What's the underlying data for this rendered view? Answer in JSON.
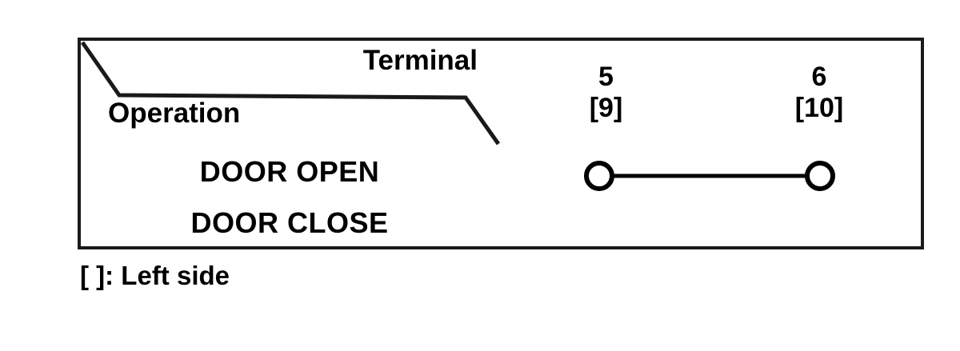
{
  "table": {
    "axis_labels": {
      "column_axis": "Terminal",
      "row_axis": "Operation"
    },
    "columns": [
      {
        "terminal": "5",
        "alternate": "[9]"
      },
      {
        "terminal": "6",
        "alternate": "[10]"
      }
    ],
    "rows": [
      {
        "operation": "DOOR OPEN",
        "cells": [
          "continuity",
          "continuity"
        ],
        "continuity": true
      },
      {
        "operation": "DOOR CLOSE",
        "cells": [
          "",
          ""
        ],
        "continuity": false
      }
    ],
    "footnote": "[ ]: Left side",
    "colors": {
      "border": "#1a1a1a",
      "divider_strong": "#6e6e6e",
      "divider_light": "#b5b5b5",
      "symbol": "#000000",
      "background": "#ffffff"
    }
  }
}
